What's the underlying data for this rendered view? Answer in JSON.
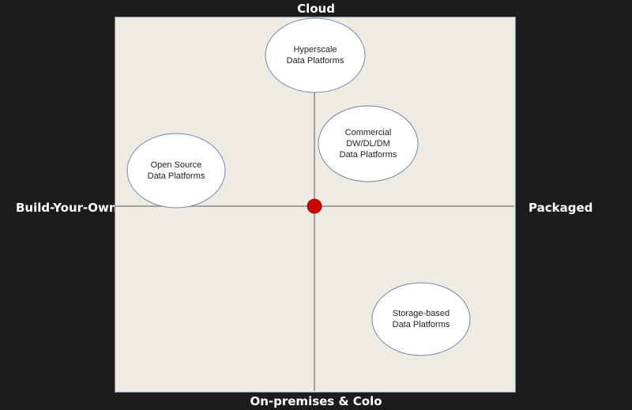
{
  "axes": {
    "top": "Cloud",
    "bottom": "On-premises & Colo",
    "left": "Build-Your-Own",
    "right": "Packaged"
  },
  "bubbles": [
    {
      "id": "hyperscale",
      "lines": [
        "Hyperscale",
        "Data Platforms"
      ],
      "quadrant": "top-center"
    },
    {
      "id": "commercial",
      "lines": [
        "Commercial",
        "DW/DL/DM",
        "Data Platforms"
      ],
      "quadrant": "top-right"
    },
    {
      "id": "open-source",
      "lines": [
        "Open Source",
        "Data Platforms"
      ],
      "quadrant": "top-left"
    },
    {
      "id": "storage-based",
      "lines": [
        "Storage-based",
        "Data Platforms"
      ],
      "quadrant": "bottom-right"
    }
  ],
  "colors": {
    "background": "#1c1c1c",
    "plot": "#eeebe2",
    "axis_line": "#8a8a8a",
    "bubble_fill": "#ffffff",
    "bubble_stroke": "#6e86aa",
    "origin_dot": "#cc0000"
  },
  "origin_marker": "red-dot"
}
